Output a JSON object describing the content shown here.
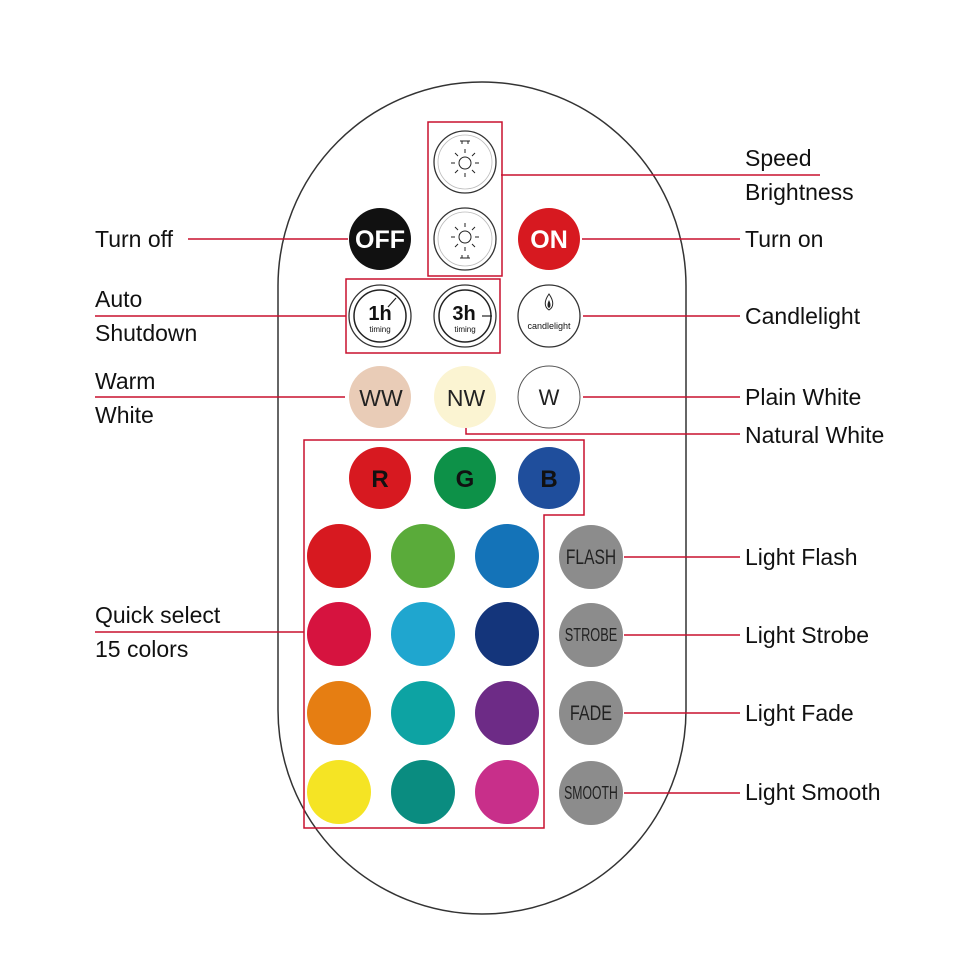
{
  "remote": {
    "buttons": {
      "off": "OFF",
      "on": "ON",
      "timer_1h": "1h",
      "timer_3h": "3h",
      "timing": "timing",
      "candlelight": "candlelight",
      "ww": "WW",
      "nw": "NW",
      "w": "W",
      "r": "R",
      "g": "G",
      "b": "B",
      "flash": "FLASH",
      "strobe": "STROBE",
      "fade": "FADE",
      "smooth": "SMOOTH"
    },
    "colors": {
      "off_bg": "#111111",
      "on_bg": "#d71920",
      "warm_white": "#e9ccb7",
      "natural_white": "#fbf4d2",
      "plain_white": "#ffffff",
      "r": "#d71920",
      "g": "#0d9148",
      "b": "#1f4e9c",
      "mode_gray": "#8c8c8c",
      "callout_line": "#c8102e",
      "quick_select": [
        "#d71920",
        "#5aab3a",
        "#1473b8",
        "#d6133f",
        "#1fa6cf",
        "#14357b",
        "#e67e12",
        "#0da3a3",
        "#6d2b86",
        "#f5e424",
        "#0a8c80",
        "#c82f8a"
      ]
    }
  },
  "labels": {
    "speed": "Speed",
    "brightness": "Brightness",
    "turn_off": "Turn off",
    "turn_on": "Turn on",
    "auto": "Auto",
    "shutdown": "Shutdown",
    "candlelight": "Candlelight",
    "warm": "Warm",
    "white": "White",
    "plain_white": "Plain White",
    "natural_white": "Natural White",
    "quick_select": "Quick select",
    "fifteen_colors": "15 colors",
    "light_flash": "Light Flash",
    "light_strobe": "Light Strobe",
    "light_fade": "Light Fade",
    "light_smooth": "Light Smooth"
  },
  "icons": [
    "speed-icon",
    "brightness-icon",
    "candle-icon"
  ]
}
